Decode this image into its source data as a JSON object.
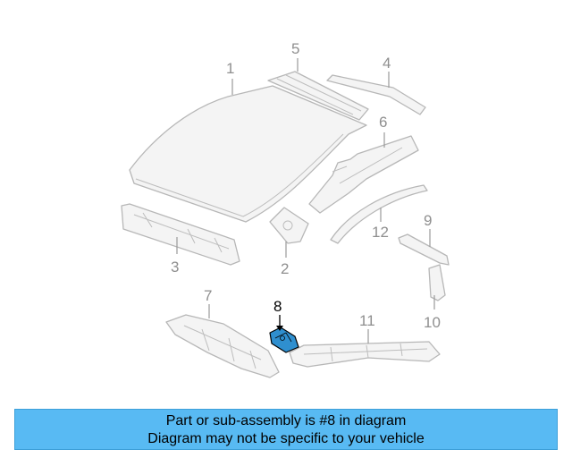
{
  "callouts": [
    "1",
    "2",
    "3",
    "4",
    "5",
    "6",
    "7",
    "8",
    "9",
    "10",
    "11",
    "12"
  ],
  "highlighted_part": "8",
  "highlight_color": "#2f8fcf",
  "banner": {
    "line1": "Part or sub-assembly is #8 in diagram",
    "line2": "Diagram may not be specific to your vehicle",
    "color": "#58baf3"
  }
}
